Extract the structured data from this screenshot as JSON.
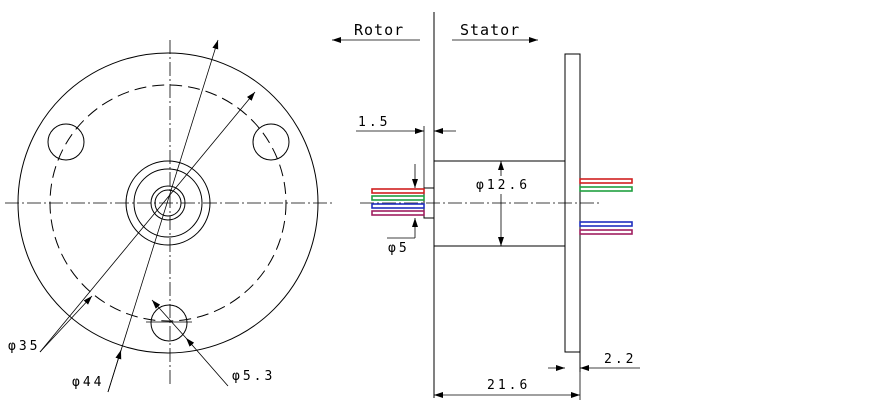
{
  "labels": {
    "rotor": "Rotor",
    "stator": "Stator",
    "dim_phi35": "φ35",
    "dim_phi44": "φ44",
    "dim_phi53": "φ5.3",
    "dim_15": "1.5",
    "dim_phi126": "φ12.6",
    "dim_phi5": "φ5",
    "dim_22": "2.2",
    "dim_216": "21.6"
  },
  "wires": {
    "rotor_colors": [
      "#d02020",
      "#20a040",
      "#2030c0",
      "#a02060"
    ],
    "stator_colors": [
      "#d02020",
      "#20a040",
      "#2030c0",
      "#a02060"
    ]
  }
}
